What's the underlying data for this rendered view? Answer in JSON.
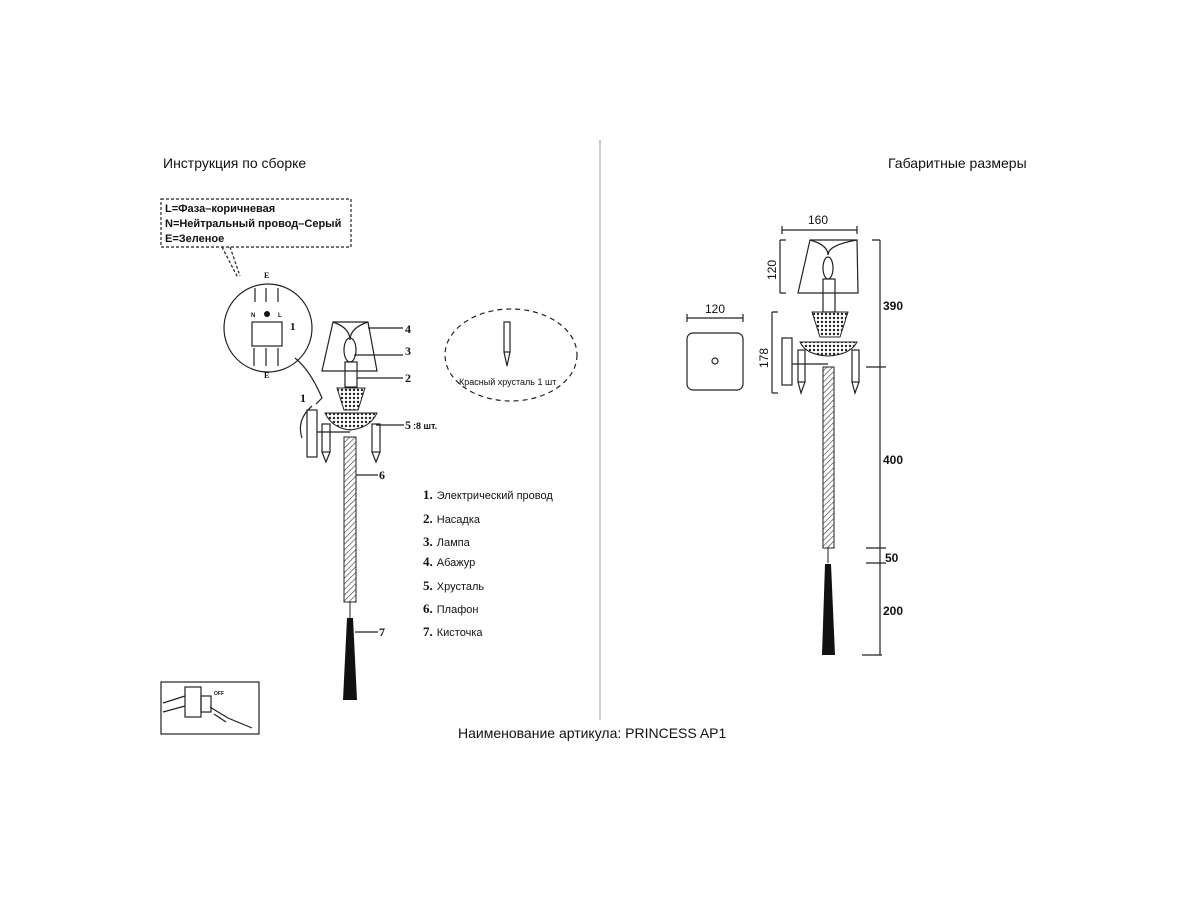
{
  "left_title": "Инструкция по сборке",
  "right_title": "Габаритные размеры",
  "wiring_note": [
    "L=Фаза–коричневая",
    "N=Нейтральный провод–Серый",
    "E=Зеленое"
  ],
  "connector": {
    "top": "E",
    "bottom": "E",
    "n": "N",
    "l": "L",
    "number": "1"
  },
  "callouts": {
    "c1": "1",
    "c2": "2",
    "c3": "3",
    "c4": "4",
    "c5": "5",
    "c5_qty": ":8 шт.",
    "c6": "6",
    "c7": "7"
  },
  "spare_crystal": "Красный хрусталь 1 шт",
  "parts": [
    {
      "num": "1.",
      "name": "Электрический провод"
    },
    {
      "num": "2.",
      "name": "Насадка"
    },
    {
      "num": "3.",
      "name": "Лампа"
    },
    {
      "num": "4.",
      "name": "Абажур"
    },
    {
      "num": "5.",
      "name": "Хрусталь"
    },
    {
      "num": "6.",
      "name": "Плафон"
    },
    {
      "num": "7.",
      "name": "Кисточка"
    }
  ],
  "switch_label": "OFF",
  "dimensions": {
    "shade_width": "160",
    "shade_height": "120",
    "plate_width": "120",
    "plate_height": "178",
    "upper": "390",
    "rod": "400",
    "gap": "50",
    "tassel": "200"
  },
  "article": "Наименование артикула: PRINCESS AP1"
}
